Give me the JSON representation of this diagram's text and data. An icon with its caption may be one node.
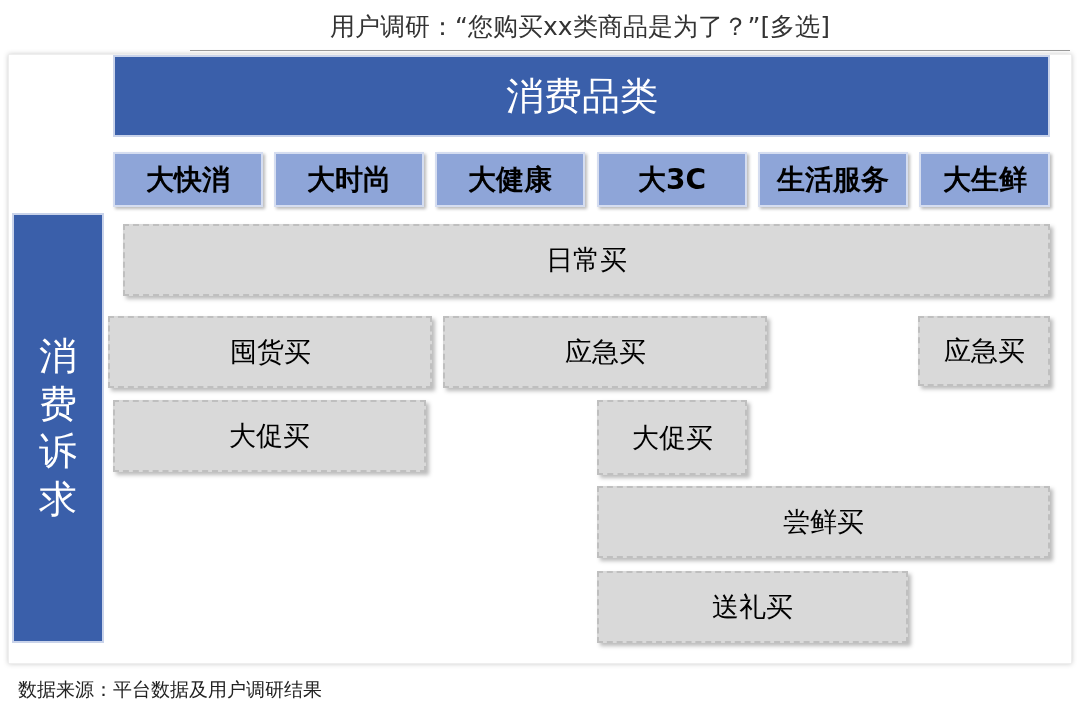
{
  "diagram": {
    "title": "用户调研：“您购买xx类商品是为了？”[多选]",
    "caption": "数据来源：平台数据及用户调研结果",
    "nodes": [
      {
        "text": [
          "消费品类"
        ]
      },
      {
        "text": [
          "大快消"
        ]
      },
      {
        "text": [
          "大时尚"
        ]
      },
      {
        "text": [
          "大健康"
        ]
      },
      {
        "text": [
          "大3C"
        ]
      },
      {
        "text": [
          "生活服务"
        ]
      },
      {
        "text": [
          "大生鲜"
        ]
      },
      {
        "text": [
          "消费诉求"
        ]
      },
      {
        "text": [
          "日常买"
        ]
      },
      {
        "text": [
          "囤货买"
        ]
      },
      {
        "text": [
          "应急买"
        ]
      },
      {
        "text": [
          "应急买"
        ]
      },
      {
        "text": [
          "大促买"
        ]
      },
      {
        "text": [
          "大促买"
        ]
      },
      {
        "text": [
          "尝鲜买"
        ]
      },
      {
        "text": [
          "送礼买"
        ]
      }
    ]
  }
}
